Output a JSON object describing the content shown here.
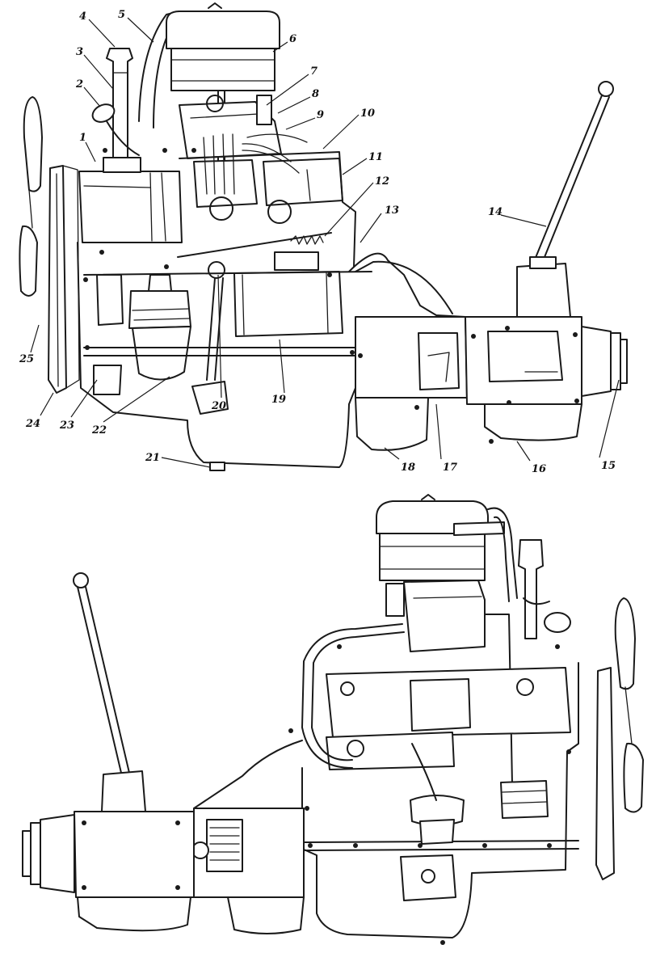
{
  "figure": {
    "top_view": {
      "callouts": [
        "1",
        "2",
        "3",
        "4",
        "5",
        "6",
        "7",
        "8",
        "9",
        "10",
        "11",
        "12",
        "13",
        "14",
        "15",
        "16",
        "17",
        "18",
        "19",
        "20",
        "21",
        "22",
        "23",
        "24",
        "25"
      ]
    },
    "bottom_view": {
      "callouts": []
    }
  }
}
